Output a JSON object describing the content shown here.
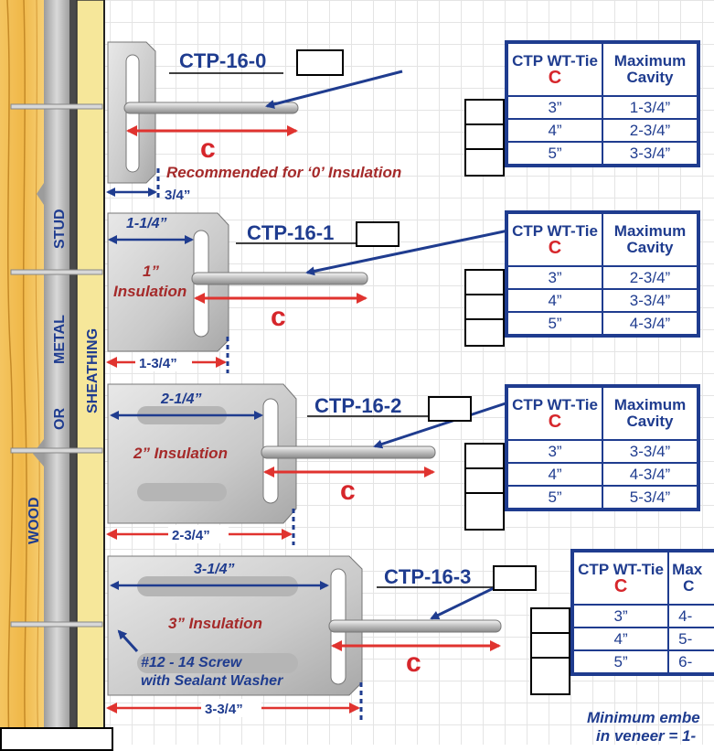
{
  "models": [
    {
      "name": "CTP-16-0",
      "note": "Recommended for ‘0’ Insulation",
      "dim": "3/4”"
    },
    {
      "name": "CTP-16-1",
      "top_dim": "1-1/4”",
      "insulation": "1”",
      "insulation2": "Insulation",
      "dim": "1-3/4”"
    },
    {
      "name": "CTP-16-2",
      "top_dim": "2-1/4”",
      "insulation": "2” Insulation",
      "dim": "2-3/4”"
    },
    {
      "name": "CTP-16-3",
      "top_dim": "3-1/4”",
      "insulation": "3” Insulation",
      "screw1": "#12 - 14 Screw",
      "screw2": "with Sealant Washer",
      "dim": "3-3/4”"
    }
  ],
  "c_label": "c",
  "wall": {
    "wood": "WOOD",
    "or": "OR",
    "metal": "METAL",
    "stud": "STUD",
    "sheathing": "SHEATHING"
  },
  "tables": [
    {
      "h1": "CTP WT-Tie",
      "h1c": "C",
      "h2": "Maximum Cavity",
      "rows": [
        [
          "3”",
          "1-3/4”"
        ],
        [
          "4”",
          "2-3/4”"
        ],
        [
          "5”",
          "3-3/4”"
        ]
      ]
    },
    {
      "h1": "CTP WT-Tie",
      "h1c": "C",
      "h2": "Maximum Cavity",
      "rows": [
        [
          "3”",
          "2-3/4”"
        ],
        [
          "4”",
          "3-3/4”"
        ],
        [
          "5”",
          "4-3/4”"
        ]
      ]
    },
    {
      "h1": "CTP WT-Tie",
      "h1c": "C",
      "h2": "Maximum Cavity",
      "rows": [
        [
          "3”",
          "3-3/4”"
        ],
        [
          "4”",
          "4-3/4”"
        ],
        [
          "5”",
          "5-3/4”"
        ]
      ]
    },
    {
      "h1": "CTP WT-Tie",
      "h1c": "C",
      "h2a": "Max",
      "h2b": "C",
      "rows": [
        [
          "3”",
          "4-"
        ],
        [
          "4”",
          "5-"
        ],
        [
          "5”",
          "6-"
        ]
      ]
    }
  ],
  "footnote": {
    "line1": "Minimum embe",
    "line2": "in veneer = 1-"
  },
  "colors": {
    "blue": "#1f3c8f",
    "red": "#d6262b",
    "darkred": "#a52a2a",
    "wood": "#f2c25a",
    "sheathing": "#f6e79a"
  }
}
